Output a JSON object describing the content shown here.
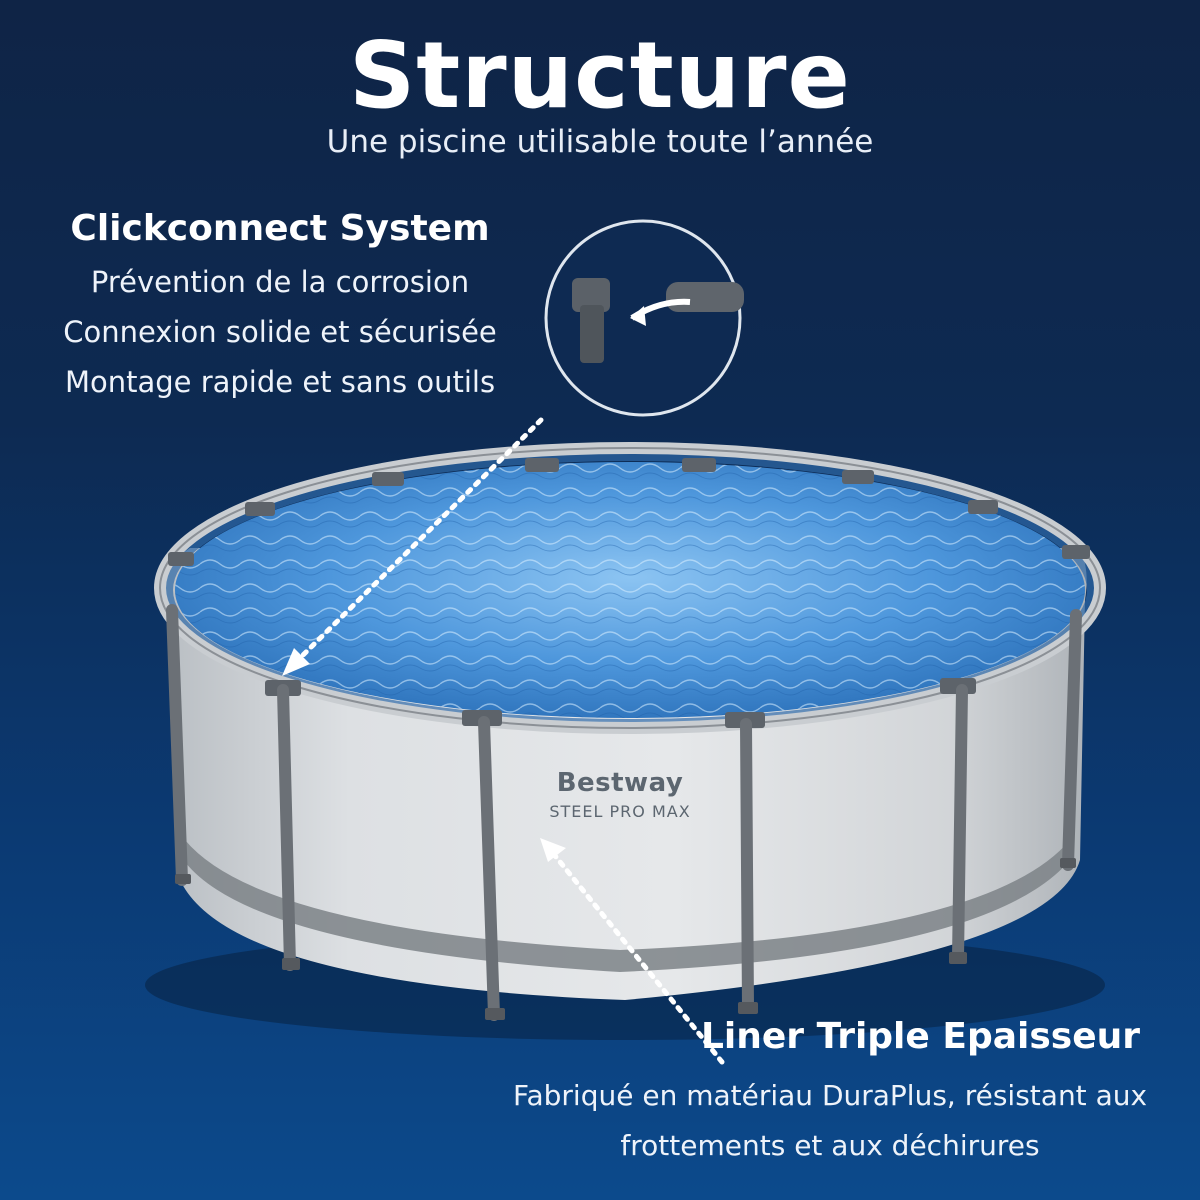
{
  "header": {
    "title": "Structure",
    "subtitle": "Une piscine utilisable toute l’année"
  },
  "feature_clickconnect": {
    "heading": "Clickconnect System",
    "lines": [
      "Prévention de la corrosion",
      "Connexion solide et sécurisée",
      "Montage rapide et sans outils"
    ]
  },
  "feature_liner": {
    "heading": "Liner Triple Epaisseur",
    "lines": [
      "Fabriqué en matériau DuraPlus, résistant aux",
      "frottements et aux déchirures"
    ]
  },
  "pool_branding": {
    "brand": "Bestway",
    "model": "STEEL PRO MAX"
  },
  "colors": {
    "background_top": "#0f2446",
    "background_bottom": "#0c4a8c",
    "water": "#4a90d9",
    "pool_wall": "#d9dcdf",
    "frame": "#6b7076"
  }
}
